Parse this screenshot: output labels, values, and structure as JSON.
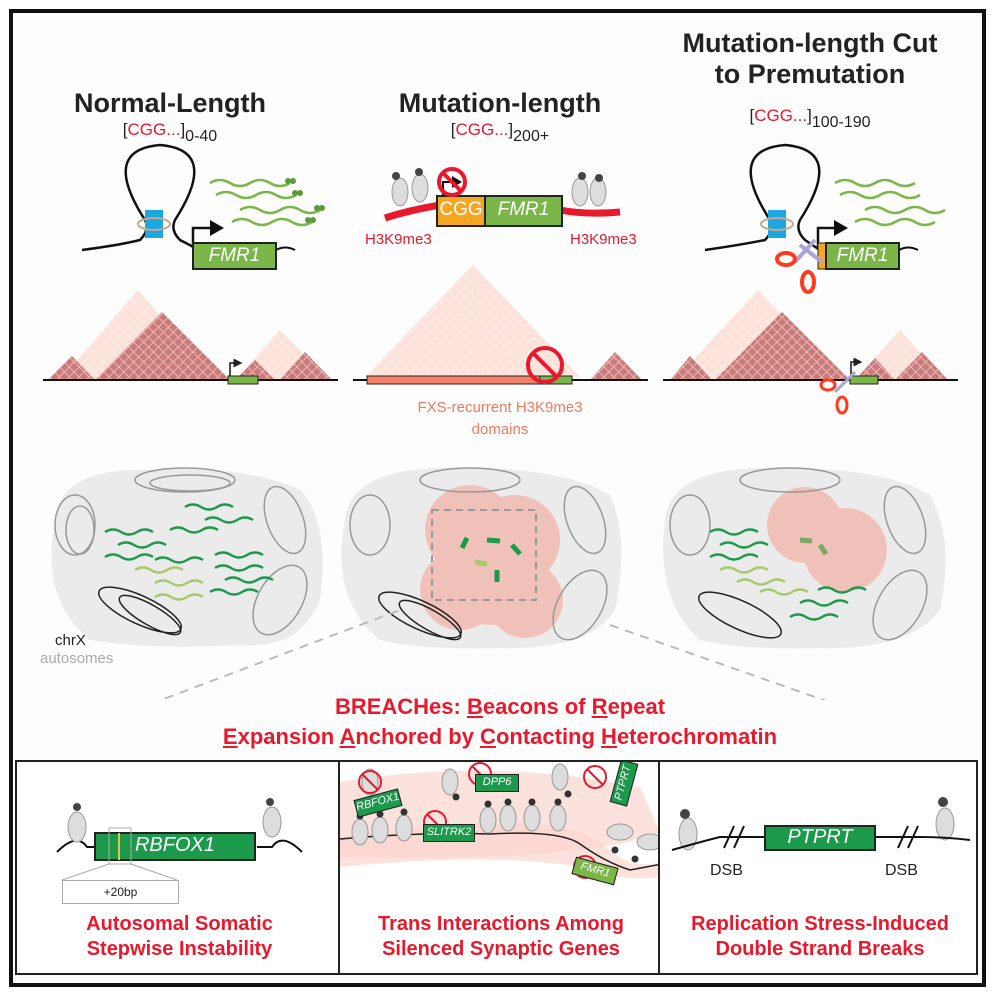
{
  "columns": [
    {
      "title": "Normal-Length",
      "repeat_unit": "CGG...",
      "repeat_count": "0-40"
    },
    {
      "title": "Mutation-length",
      "repeat_unit": "CGG...",
      "repeat_count": "200+"
    },
    {
      "title_line1": "Mutation-length Cut",
      "title_line2": "to Premutation",
      "repeat_unit": "CGG...",
      "repeat_count": "100-190"
    }
  ],
  "gene_labels": {
    "fmr1": "FMR1",
    "cgg": "CGG",
    "h3k9me3_left": "H3K9me3",
    "h3k9me3_right": "H3K9me3"
  },
  "domains_caption": {
    "line1": "FXS-recurrent H3K9me3",
    "line2": "domains"
  },
  "nucleus_legend": {
    "chrx": "chrX",
    "autosomes": "autosomes"
  },
  "breaches": {
    "line1_parts": [
      {
        "t": "BREACHes: ",
        "u": false
      },
      {
        "t": "B",
        "u": true
      },
      {
        "t": "eacons of ",
        "u": false
      },
      {
        "t": "R",
        "u": true
      },
      {
        "t": "epeat",
        "u": false
      }
    ],
    "line2_parts": [
      {
        "t": "E",
        "u": true
      },
      {
        "t": "xpansion ",
        "u": false
      },
      {
        "t": "A",
        "u": true
      },
      {
        "t": "nchored by ",
        "u": false
      },
      {
        "t": "C",
        "u": true
      },
      {
        "t": "ontacting ",
        "u": false
      },
      {
        "t": "H",
        "u": true
      },
      {
        "t": "eterochromatin",
        "u": false
      }
    ]
  },
  "panels": [
    {
      "gene": "RBFOX1",
      "insert_label": "+20bp",
      "caption_line1": "Autosomal Somatic",
      "caption_line2": "Stepwise Instability"
    },
    {
      "genes": [
        "RBFOX1",
        "DPP6",
        "PTPRT",
        "SLITRK2",
        "FMR1"
      ],
      "caption_line1": "Trans Interactions Among",
      "caption_line2": "Silenced Synaptic Genes"
    },
    {
      "gene": "PTPRT",
      "dsb_left": "DSB",
      "dsb_right": "DSB",
      "caption_line1": "Replication Stress-Induced",
      "caption_line2": "Double Strand Breaks"
    }
  ],
  "colors": {
    "accent_red": "#e8192c",
    "gene_green": "#7ab648",
    "gene_dark_green": "#1c9a4b",
    "cgg_orange": "#f5a623",
    "tad_dark": "#c97b7b",
    "tad_light": "#fbe1d8",
    "domain_salmon": "#f07a5e"
  }
}
